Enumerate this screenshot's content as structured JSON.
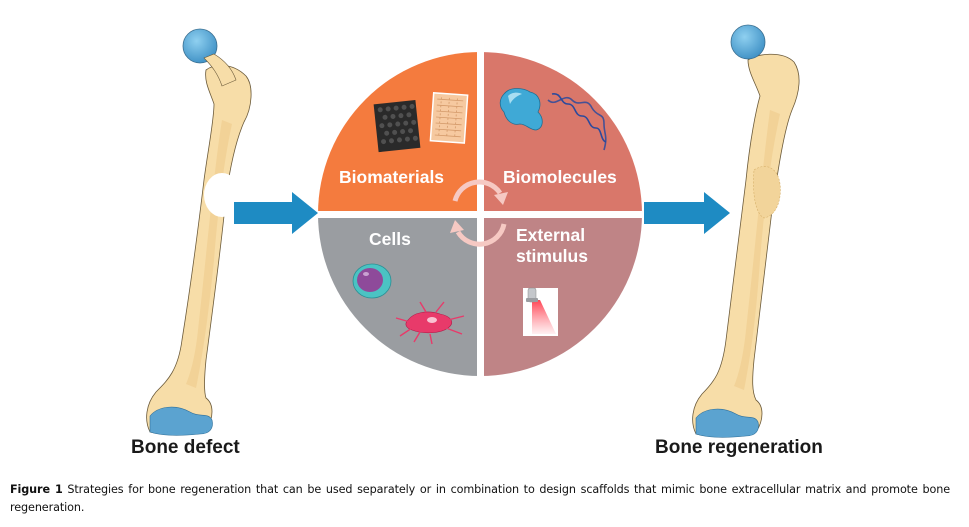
{
  "figure": {
    "left_label": "Bone defect",
    "right_label": "Bone regeneration",
    "quadrants": [
      {
        "id": "biomaterials",
        "label": "Biomaterials",
        "color": "#F47B3E"
      },
      {
        "id": "biomolecules",
        "label": "Biomolecules",
        "color": "#D9776A"
      },
      {
        "id": "cells",
        "label": "Cells",
        "color": "#9A9DA1"
      },
      {
        "id": "external-stimulus",
        "label_line1": "External",
        "label_line2": "stimulus",
        "color": "#BF8486"
      }
    ],
    "arrow_color": "#1E8BC3",
    "cycle_arrow_color": "#F6C9C3",
    "bone_color": "#F7DDA8",
    "cartilage_color": "#5BA3D0"
  },
  "caption": {
    "figure_label": "Figure 1",
    "text": " Strategies for bone regeneration that can be used separately or in combination to design scaffolds that mimic bone extracellular matrix and promote bone regeneration."
  }
}
